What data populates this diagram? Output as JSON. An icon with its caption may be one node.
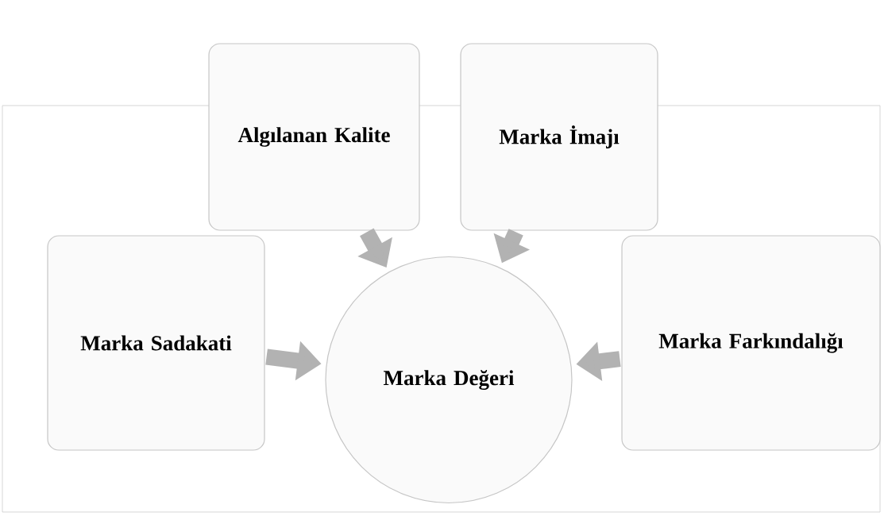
{
  "diagram": {
    "nodes": [
      {
        "text": [
          "Algılanan Kalite"
        ]
      },
      {
        "text": [
          "Marka İmajı"
        ]
      },
      {
        "text": [
          "Marka Sadakati"
        ]
      },
      {
        "text": [
          "Marka Farkındalığı"
        ]
      },
      {
        "text": [
          "Marka Değeri"
        ]
      }
    ],
    "edges": [
      {
        "from": 0,
        "to": 4,
        "arrow": "to"
      },
      {
        "from": 1,
        "to": 4,
        "arrow": "to"
      },
      {
        "from": 2,
        "to": 4,
        "arrow": "to"
      },
      {
        "from": 3,
        "to": 4,
        "arrow": "to"
      }
    ]
  }
}
